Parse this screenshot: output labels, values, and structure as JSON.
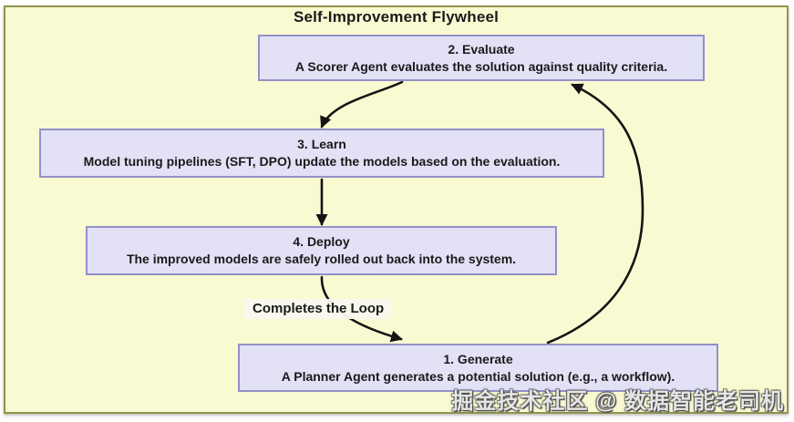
{
  "diagram": {
    "title": "Self-Improvement Flywheel",
    "nodes": [
      {
        "id": "evaluate",
        "title": "2. Evaluate",
        "description": "A Scorer Agent evaluates the solution against quality criteria."
      },
      {
        "id": "learn",
        "title": "3. Learn",
        "description": "Model tuning pipelines (SFT, DPO) update the models based on the evaluation."
      },
      {
        "id": "deploy",
        "title": "4. Deploy",
        "description": "The improved models are safely rolled out back into the system."
      },
      {
        "id": "generate",
        "title": "1. Generate",
        "description": "A Planner Agent generates a potential solution (e.g., a workflow)."
      }
    ],
    "edges": [
      {
        "from": "evaluate",
        "to": "learn",
        "label": ""
      },
      {
        "from": "learn",
        "to": "deploy",
        "label": ""
      },
      {
        "from": "deploy",
        "to": "generate",
        "label": "Completes the Loop"
      },
      {
        "from": "generate",
        "to": "evaluate",
        "label": ""
      }
    ],
    "edge_label": "Completes the Loop",
    "colors": {
      "canvas_fill": "#FAFAD2",
      "canvas_border": "#8F944E",
      "node_fill": "#E2E1F6",
      "node_border": "#9390C8",
      "arrow": "#141414",
      "text": "#1A1A1A"
    }
  },
  "watermark": "掘金技术社区 @ 数据智能老司机"
}
